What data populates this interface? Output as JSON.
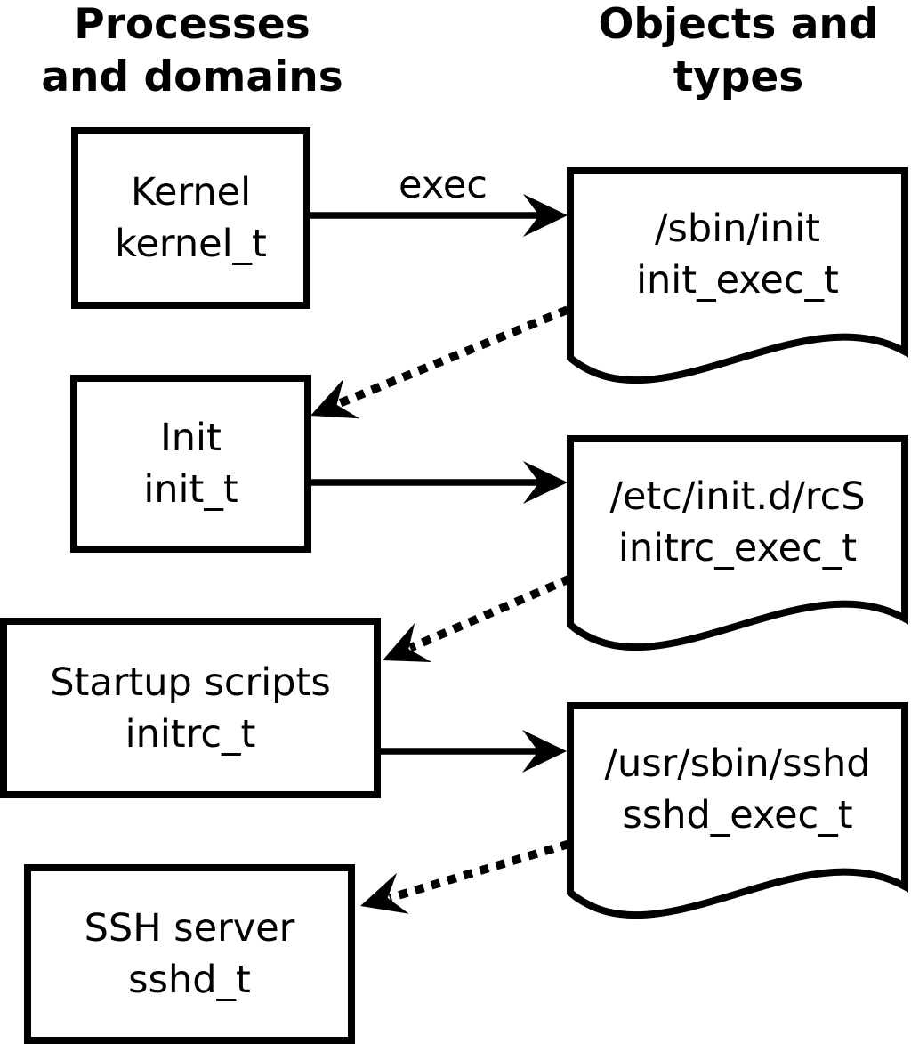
{
  "headers": {
    "left": {
      "line1": "Processes",
      "line2": "and domains"
    },
    "right": {
      "line1": "Objects and",
      "line2": "types"
    }
  },
  "nodes": {
    "kernel": {
      "label": "Kernel",
      "type": "kernel_t"
    },
    "init": {
      "label": "Init",
      "type": "init_t"
    },
    "startup": {
      "label": "Startup scripts",
      "type": "initrc_t"
    },
    "ssh": {
      "label": "SSH server",
      "type": "sshd_t"
    }
  },
  "objects": {
    "sbin_init": {
      "label": "/sbin/init",
      "type": "init_exec_t"
    },
    "rcs": {
      "label": "/etc/init.d/rcS",
      "type": "initrc_exec_t"
    },
    "sshd": {
      "label": "/usr/sbin/sshd",
      "type": "sshd_exec_t"
    }
  },
  "edges": {
    "exec_label": "exec"
  },
  "colors": {
    "ink": "#000000",
    "background": "#ffffff"
  }
}
